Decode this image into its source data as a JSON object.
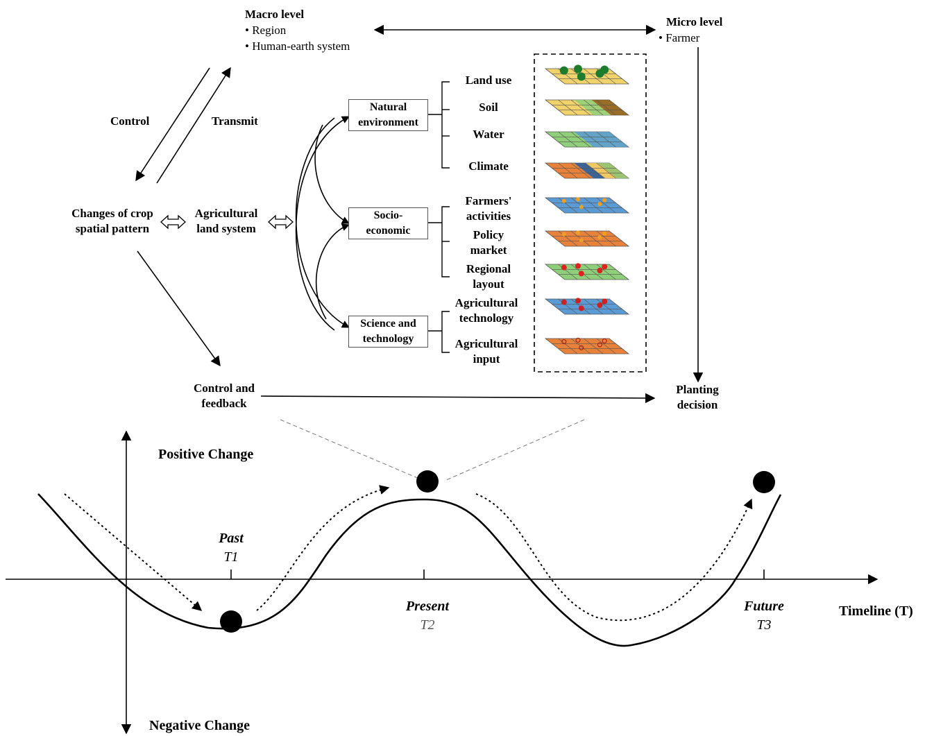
{
  "macro": {
    "title": "Macro level",
    "items": [
      "Region",
      "Human-earth system"
    ]
  },
  "micro": {
    "title": "Micro level",
    "items": [
      "Farmer"
    ]
  },
  "control": "Control",
  "transmit": "Transmit",
  "changes": [
    "Changes of crop",
    "spatial pattern"
  ],
  "agri_land": [
    "Agricultural",
    "land system"
  ],
  "categories": {
    "natural": [
      "Natural",
      "environment"
    ],
    "socio": [
      "Socio-",
      "economic"
    ],
    "science": [
      "Science and",
      "technology"
    ]
  },
  "factors": {
    "land_use": "Land use",
    "soil": "Soil",
    "water": "Water",
    "climate": "Climate",
    "farmers": [
      "Farmers'",
      "activities"
    ],
    "policy": [
      "Policy",
      "market"
    ],
    "regional": [
      "Regional",
      "layout"
    ],
    "agri_tech": [
      "Agricultural",
      "technology"
    ],
    "agri_input": [
      "Agricultural",
      "input"
    ]
  },
  "control_feedback": [
    "Control and",
    "feedback"
  ],
  "planting": [
    "Planting",
    "decision"
  ],
  "positive": "Positive Change",
  "negative": "Negative Change",
  "timeline": "Timeline (T)",
  "t1": {
    "word": "Past",
    "code": "T1"
  },
  "t2": {
    "word": "Present",
    "code": "T2"
  },
  "t3": {
    "word": "Future",
    "code": "T3"
  },
  "colors": {
    "yellow": "#f2d36b",
    "green": "#8fcf7a",
    "blue": "#5b9bd5",
    "orange": "#e8823a",
    "brown": "#8a5a1c",
    "dark_blue": "#1f5fa8"
  }
}
